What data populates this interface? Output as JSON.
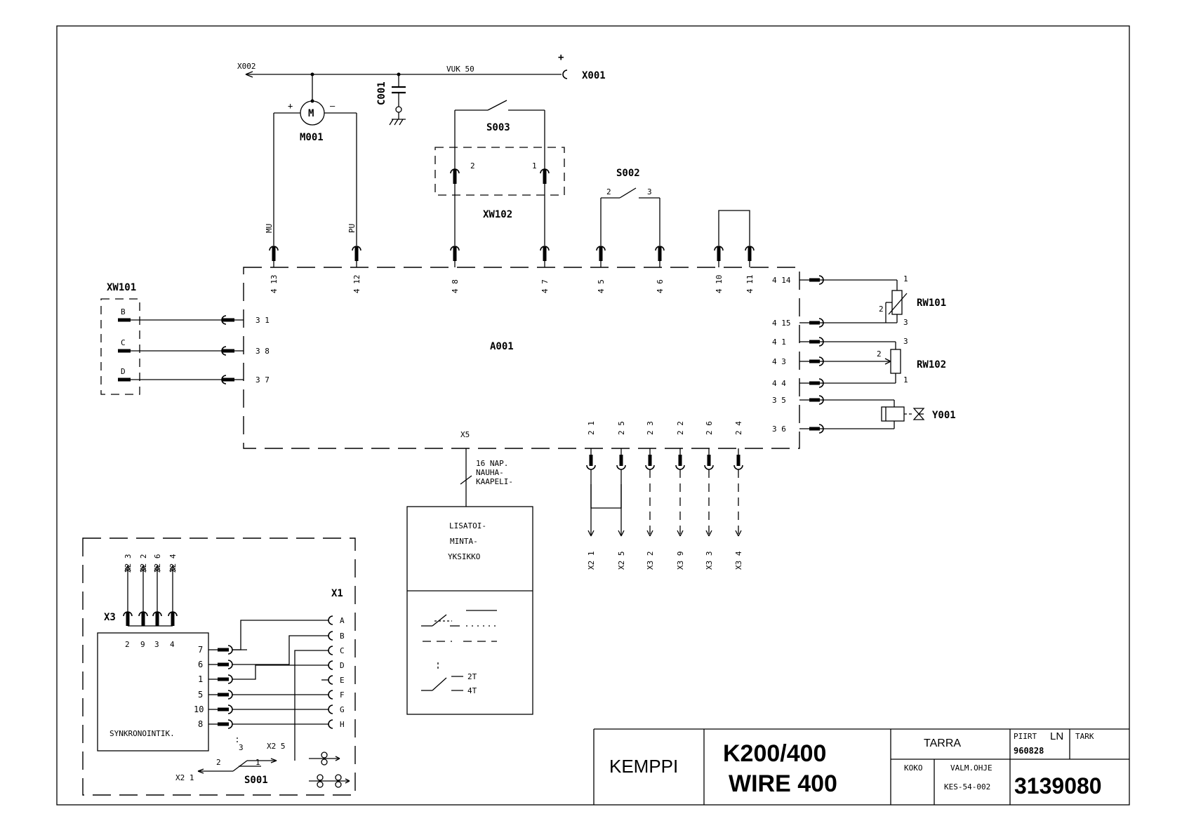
{
  "labels": {
    "x002": "X002",
    "vuk": "VUK 50",
    "plus": "+",
    "x001": "X001",
    "c001": "C001",
    "m": "M",
    "mplus": "+",
    "mminus": "–",
    "m001": "M001",
    "s003": "S003",
    "xw102": "XW102",
    "s002": "S002",
    "mu": "MU",
    "pu": "PU",
    "xw101": "XW101",
    "a001": "A001",
    "rw101": "RW101",
    "rw102": "RW102",
    "y001": "Y001",
    "x5": "X5",
    "cable1": "16 NAP.",
    "cable2": "NAUHA-",
    "cable3": "KAAPELI-",
    "lis1": "LISATOI-",
    "lis2": "MINTA-",
    "lis3": "YKSIKKO",
    "t2": "2T",
    "t4": "4T",
    "x1": "X1",
    "x3": "X3",
    "synk": "SYNKRONOINTIK.",
    "s001": "S001",
    "x25s": "X2 5",
    "x21s": "X2 1",
    "s1": "1",
    "s2": "2",
    "s3": "3"
  },
  "pins_top": [
    "4 13",
    "4 12",
    "4 8",
    "4 7",
    "4 5",
    "4 6",
    "4 10",
    "4 11"
  ],
  "pins_left": [
    "3 1",
    "3 8",
    "3 7"
  ],
  "xw101_letters": [
    "B",
    "C",
    "D"
  ],
  "pins_right": [
    "4 14",
    "4 15",
    "4 1",
    "4 3",
    "4 4",
    "3 5",
    "3 6"
  ],
  "rw_nums": [
    "1",
    "2",
    "3",
    "3",
    "2",
    "1"
  ],
  "switch_nums": [
    "2",
    "1",
    "2",
    "3"
  ],
  "pins_bottom": [
    "2 1",
    "2 5",
    "2 3",
    "2 2",
    "2 6",
    "2 4"
  ],
  "bottom_targets": [
    "X2 1",
    "X2 5",
    "X3 2",
    "X3 9",
    "X3 3",
    "X3 4"
  ],
  "x3_targets": [
    "X2 3",
    "X2 2",
    "X2 6",
    "X2 4"
  ],
  "x3_pins": [
    "2",
    "9",
    "3",
    "4"
  ],
  "synk_pins": [
    "7",
    "6",
    "1",
    "5",
    "10",
    "8"
  ],
  "x1_letters": [
    "A",
    "B",
    "C",
    "D",
    "E",
    "F",
    "G",
    "H"
  ],
  "titleblock": {
    "company": "KEMPPI",
    "model1": "K200/400",
    "model2": "WIRE 400",
    "tarra": "TARRA",
    "piirt": "PIIRT",
    "ln": "LN",
    "tark": "TARK",
    "date": "960828",
    "koko": "KOKO",
    "valm": "VALM.OHJE",
    "kes": "KES-54-002",
    "number": "3139080"
  }
}
